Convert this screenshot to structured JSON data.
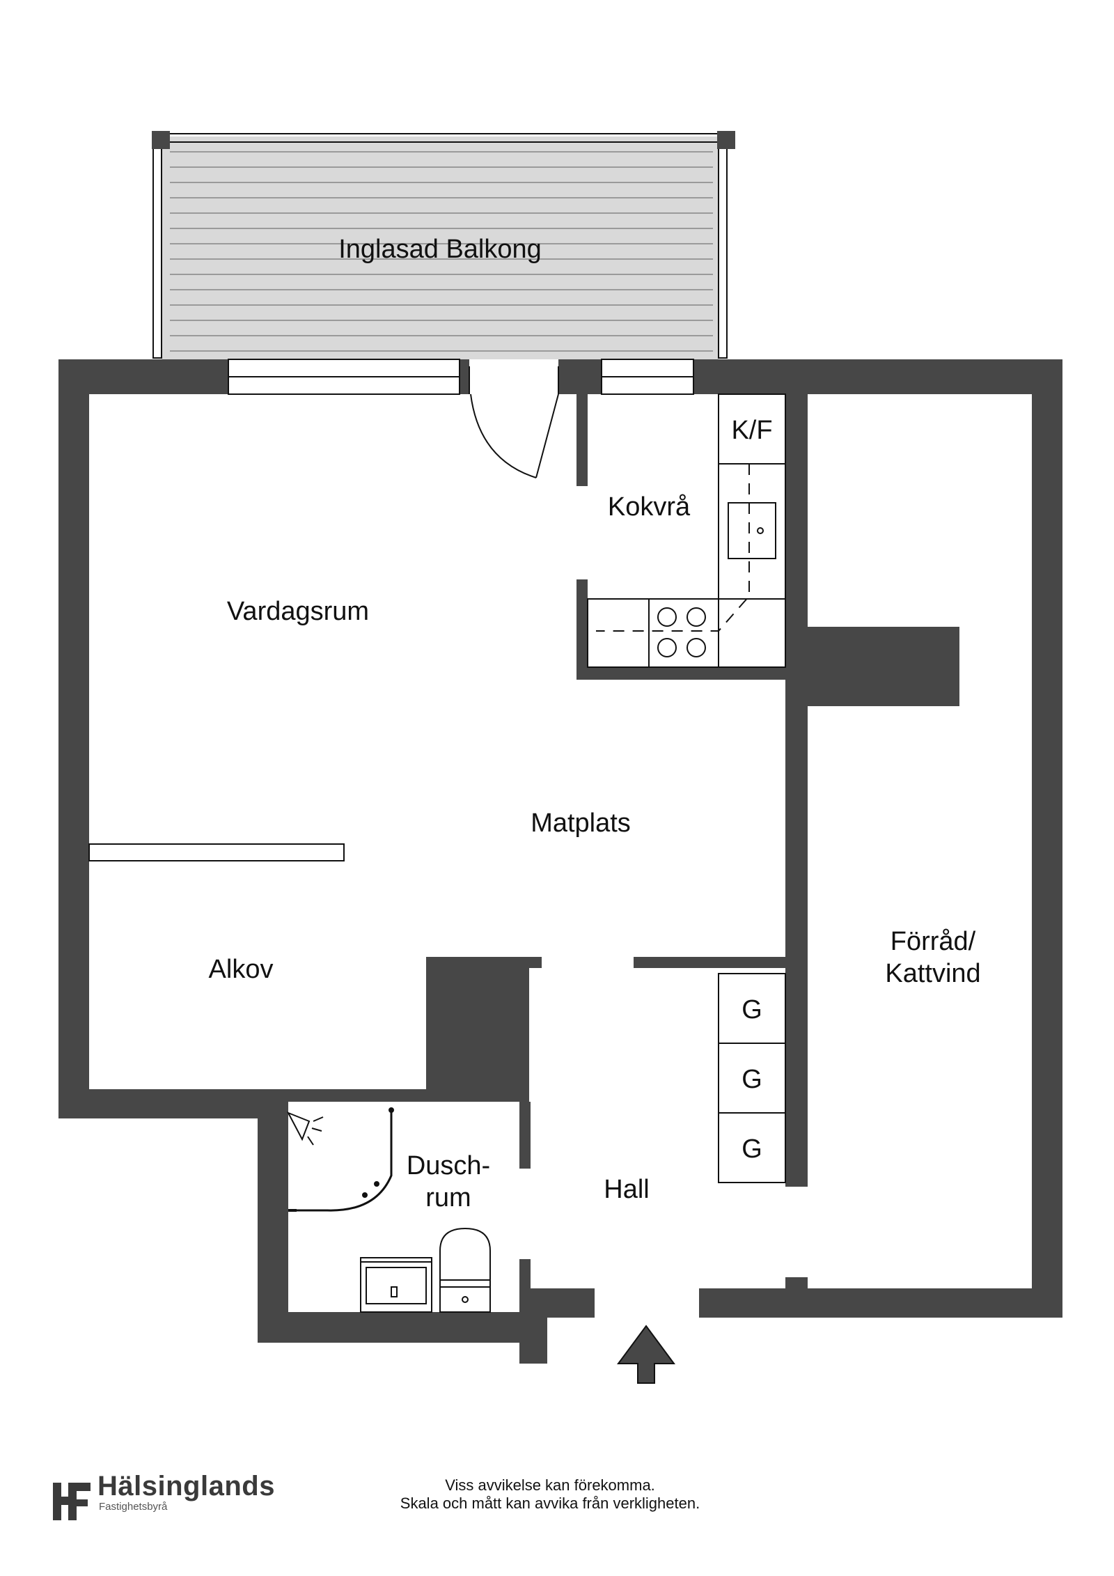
{
  "rooms": {
    "balcony": "Inglasad Balkong",
    "living": "Vardagsrum",
    "kitchen": "Kokvrå",
    "dining": "Matplats",
    "alcove": "Alkov",
    "storage_line1": "Förråd/",
    "storage_line2": "Kattvind",
    "shower_line1": "Dusch-",
    "shower_line2": "rum",
    "hall": "Hall"
  },
  "fixtures": {
    "fridge_freezer": "K/F",
    "wardrobe_1": "G",
    "wardrobe_2": "G",
    "wardrobe_3": "G"
  },
  "footer": {
    "disclaimer_line1": "Viss avvikelse kan förekomma.",
    "disclaimer_line2": "Skala och mått kan avvika från verkligheten.",
    "brand_name": "Hälsinglands",
    "brand_sub": "Fastighetsbyrå"
  },
  "colors": {
    "wall": "#474747",
    "balcony_fill": "#d9d9d9",
    "line": "#111111"
  }
}
